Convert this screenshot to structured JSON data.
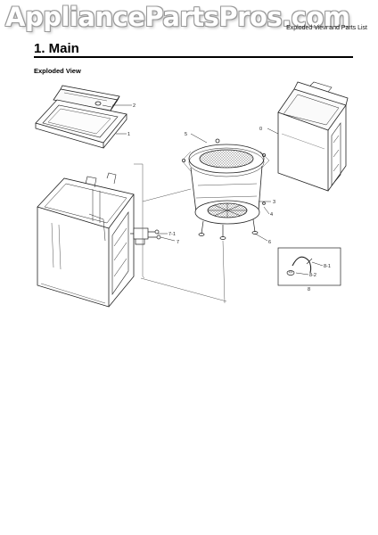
{
  "watermark": "AppliancePartsPros.com",
  "header": {
    "doc_label": "Exploded View and Parts List"
  },
  "section": {
    "title": "1.  Main"
  },
  "subsection": {
    "title": "Exploded View"
  },
  "callouts": {
    "c1": "1",
    "c2": "2",
    "c3": "3",
    "c4": "4",
    "c5": "5",
    "c6": "6",
    "c7": "7",
    "c7_1": "7-1",
    "c8": "8",
    "c8_1": "8-1",
    "c8_2": "8-2",
    "c0": "0"
  }
}
